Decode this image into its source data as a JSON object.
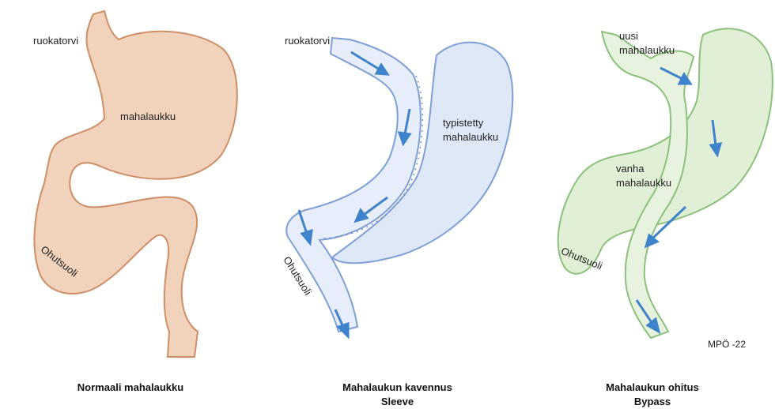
{
  "panels": {
    "normal": {
      "labels": {
        "esophagus": "ruokatorvi",
        "stomach": "mahalaukku",
        "intestine": "Ohutsuoli"
      },
      "caption": "Normaali  mahalaukku"
    },
    "sleeve": {
      "labels": {
        "esophagus": "ruokatorvi",
        "stomach_line1": "typistetty",
        "stomach_line2": "mahalaukku",
        "intestine": "Ohutsuoli"
      },
      "caption_line1": "Mahalaukun kavennus",
      "caption_line2": "Sleeve"
    },
    "bypass": {
      "labels": {
        "new_line1": "uusi",
        "new_line2": "mahalaukku",
        "old_line1": "vanha",
        "old_line2": "mahalaukku",
        "intestine": "Ohutsuoli"
      },
      "caption_line1": "Mahalaukun ohitus",
      "caption_line2": "Bypass",
      "signature": "MPÖ -22"
    }
  },
  "colors": {
    "normal_fill": "#f1d2bb",
    "normal_stroke": "#cf8f66",
    "sleeve_fill": "#dfe8f6",
    "sleeve_stroke": "#7f9fd6",
    "bypass_fill": "#e0efd6",
    "bypass_stroke": "#8cc07c",
    "arrow": "#3f83cc"
  }
}
